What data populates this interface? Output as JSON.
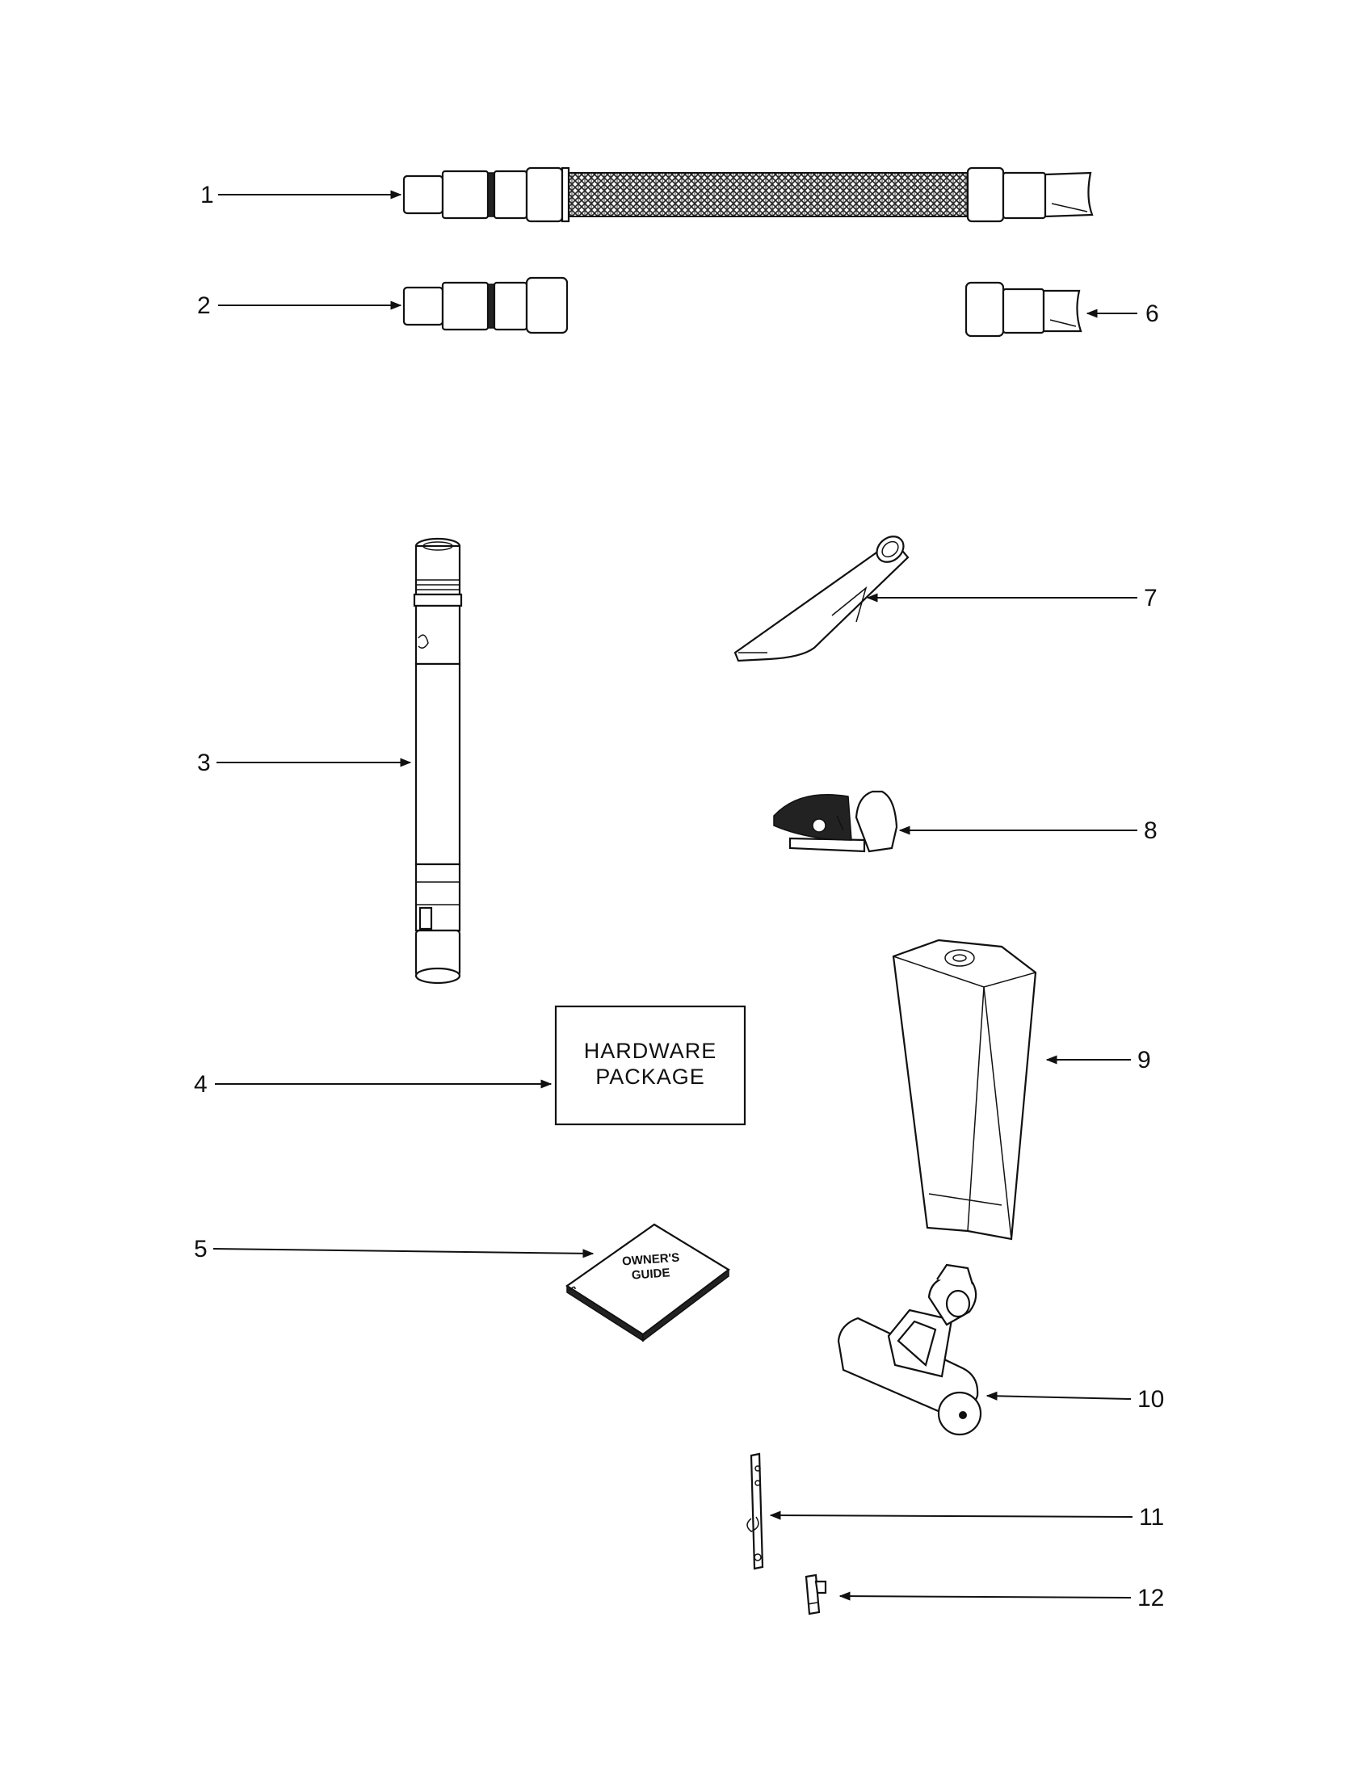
{
  "callouts": [
    "1",
    "2",
    "3",
    "4",
    "5",
    "6",
    "7",
    "8",
    "9",
    "10",
    "11",
    "12"
  ],
  "hardware_package": {
    "line1": "HARDWARE",
    "line2": "PACKAGE"
  },
  "owners_guide": {
    "line1": "OWNER'S",
    "line2": "GUIDE"
  }
}
